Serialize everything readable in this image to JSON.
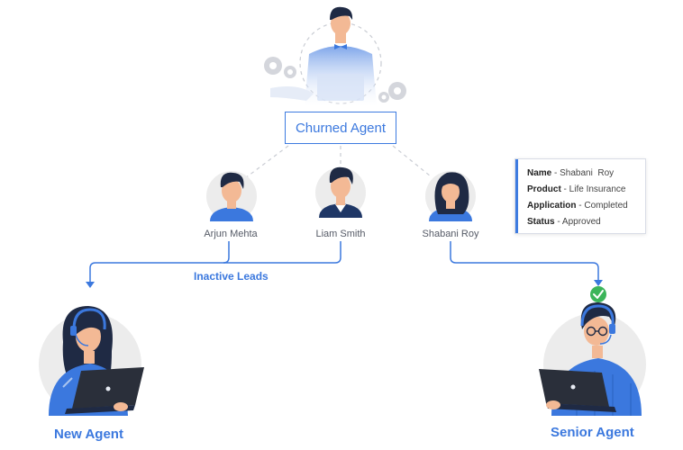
{
  "top_node": {
    "label": "Churned Agent"
  },
  "agents": [
    {
      "name": "Arjun Mehta"
    },
    {
      "name": "Liam Smith"
    },
    {
      "name": "Shabani Roy"
    }
  ],
  "flow": {
    "inactive_label": "Inactive Leads"
  },
  "info_card": {
    "rows": [
      {
        "key": "Name",
        "sep": " - ",
        "value": "Shabani  Roy"
      },
      {
        "key": "Product",
        "sep": " - ",
        "value": "Life Insurance"
      },
      {
        "key": "Application",
        "sep": " - ",
        "value": "Completed"
      },
      {
        "key": "Status",
        "sep": " - ",
        "value": "Approved"
      }
    ]
  },
  "destinations": {
    "new": {
      "label": "New Agent"
    },
    "senior": {
      "label": "Senior Agent"
    }
  },
  "colors": {
    "accent": "#3b78de",
    "success": "#3cb55a",
    "avatar_bg": "#ececec",
    "hair": "#1f2a44",
    "skin": "#f3b995",
    "shirt_light": "#a9c4ef"
  }
}
